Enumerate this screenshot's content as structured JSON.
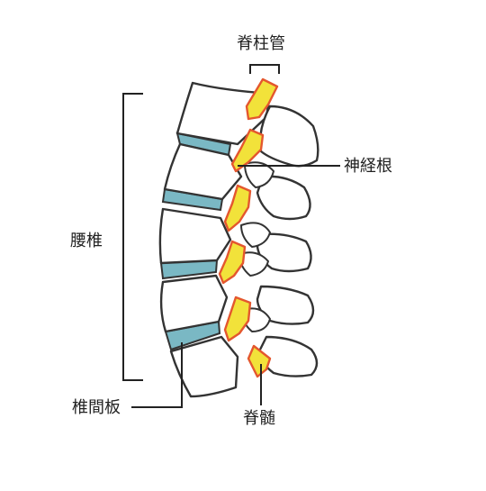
{
  "labels": {
    "spinal_canal": "脊柱管",
    "nerve_root": "神経根",
    "lumbar_spine": "腰椎",
    "intervertebral_disc": "椎間板",
    "spinal_cord": "脊髄"
  },
  "colors": {
    "bone": "#ffffff",
    "outline": "#333333",
    "disc": "#7ab8c4",
    "cord_fill": "#f2e23a",
    "cord_outline": "#e4572e"
  }
}
